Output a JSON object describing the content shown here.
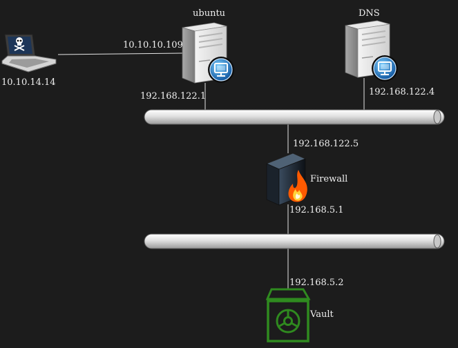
{
  "nodes": {
    "attacker": {
      "ip": "10.10.14.14",
      "icon": "laptop-icon"
    },
    "ubuntu": {
      "label": "ubuntu",
      "ip_external": "10.10.10.109",
      "ip_internal": "192.168.122.1",
      "icon": "server-icon"
    },
    "dns": {
      "label": "DNS",
      "ip": "192.168.122.4",
      "icon": "server-icon"
    },
    "firewall": {
      "label": "Firewall",
      "ip_top": "192.168.122.5",
      "ip_bottom": "192.168.5.1",
      "icon": "firewall-icon"
    },
    "vault": {
      "label": "Vault",
      "ip": "192.168.5.2",
      "icon": "vault-icon"
    }
  },
  "colors": {
    "background": "#1c1c1c",
    "text": "#f0f0f0",
    "link": "#e6e6e6",
    "bus": "#d9d9d9",
    "vault": "#2f8a1f",
    "screen": "#1a73c9",
    "flame": "#ff7a00"
  }
}
